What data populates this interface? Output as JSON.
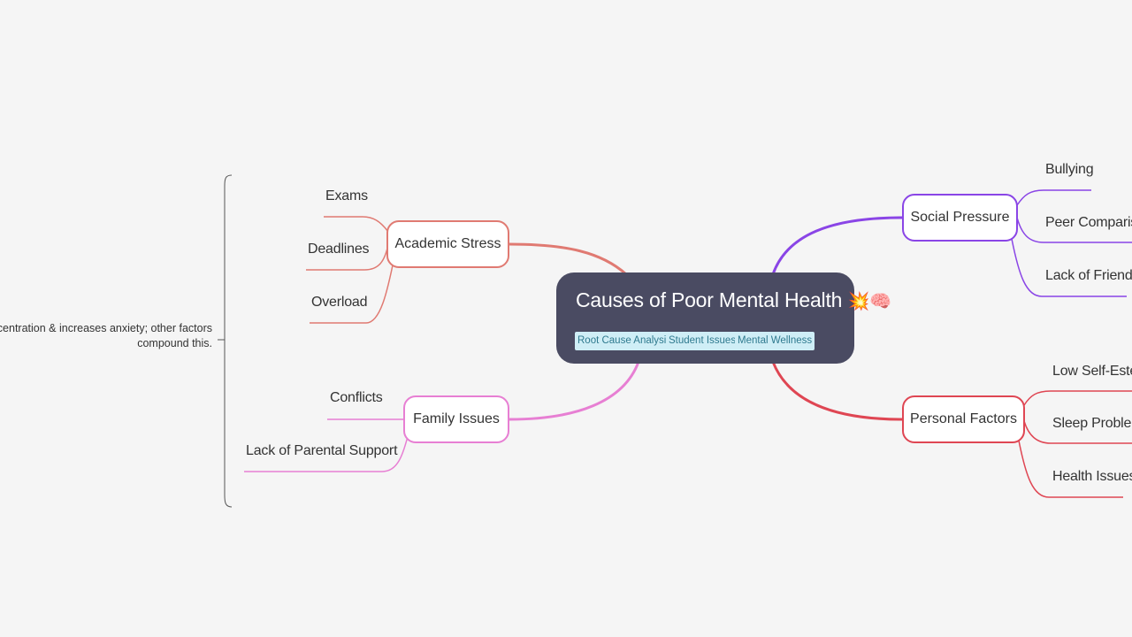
{
  "root": {
    "title": "Causes of Poor Mental Health",
    "emoji": "💥🧠",
    "tags": [
      "Root Cause Analysis",
      "Student Issues",
      "Mental Wellness"
    ]
  },
  "branches": {
    "academic": {
      "label": "Academic Stress",
      "color": "#e07a72",
      "leaves": [
        "Exams",
        "Deadlines",
        "Overload"
      ]
    },
    "family": {
      "label": "Family Issues",
      "color": "#e77fd3",
      "leaves": [
        "Conflicts",
        "Lack of Parental Support"
      ]
    },
    "social": {
      "label": "Social Pressure",
      "color": "#8a45e6",
      "leaves": [
        "Bullying",
        "Peer Comparison",
        "Lack of Friends"
      ]
    },
    "personal": {
      "label": "Personal Factors",
      "color": "#df4653",
      "leaves": [
        "Low Self-Esteem",
        "Sleep Problems",
        "Health Issues"
      ]
    }
  },
  "summary": {
    "line1": "concentration & increases anxiety; other factors",
    "line2": "compound this."
  }
}
